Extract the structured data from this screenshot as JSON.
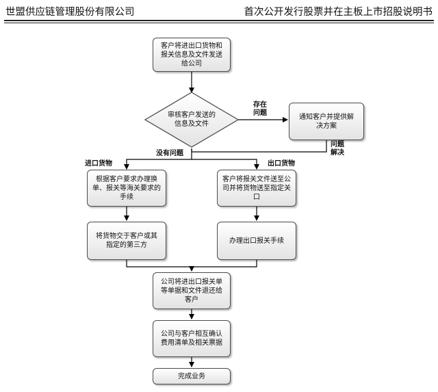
{
  "header": {
    "left": "世盟供应链管理股份有限公司",
    "right": "首次公开发行股票并在主板上市招股说明书"
  },
  "flowchart": {
    "start": "客户将进出口货物和报关信息及文件发送给公司",
    "review": "审核客户发送的信息及文件",
    "notify": "通知客户并提供解决方案",
    "import_handle": "根据客户要求办理换单、报关等海关要求的手续",
    "export_send": "客户将报关文件送至公司并将货物送至指定关口",
    "import_deliver": "将货物交于客户或其指定的第三方",
    "export_handle": "办理出口报关手续",
    "return_docs": "公司将进出口报关单等单据和文件退还给客户",
    "confirm_fees": "公司与客户相互确认费用清单及相关票据",
    "complete": "完成业务"
  },
  "labels": {
    "has_problem_1": "存在",
    "has_problem_2": "问题",
    "no_problem": "没有问题",
    "resolved_1": "问题",
    "resolved_2": "解决",
    "import_goods": "进口货物",
    "export_goods": "出口货物"
  },
  "colors": {
    "line": "#000000",
    "box_border": "#4a4a4a",
    "box_fill_top": "#ffffff",
    "box_fill_bottom": "#e3e3e3"
  }
}
